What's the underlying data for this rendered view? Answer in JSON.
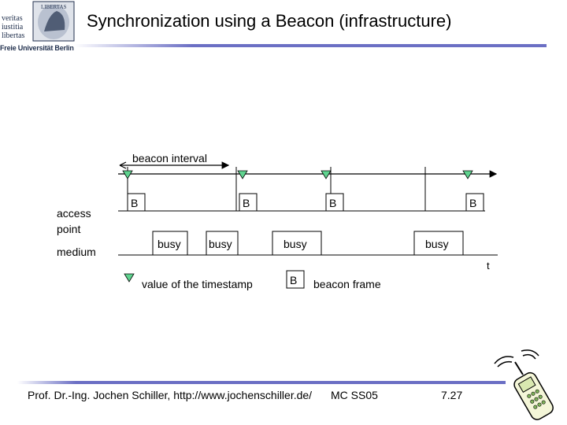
{
  "slide": {
    "title": "Synchronization using a Beacon (infrastructure)"
  },
  "logo": {
    "lines": [
      "veritas",
      "iustitia",
      "libertas"
    ],
    "caption": "Freie Universität Berlin"
  },
  "diagram": {
    "interval_label": "beacon interval",
    "row_labels": [
      "access point",
      "medium"
    ],
    "beacon_label": "B",
    "busy_label": "busy",
    "time_label": "t",
    "legend": {
      "timestamp": "value of the timestamp",
      "beacon_symbol": "B",
      "beacon": "beacon frame"
    }
  },
  "footer": {
    "author": "Prof. Dr.-Ing. Jochen Schiller, http://www.jochenschiller.de/",
    "course": "MC SS05",
    "page": "7.27"
  },
  "colors": {
    "accent_bar": "#6b6fc4",
    "bar_fade": "#ffffff",
    "marker_green": "#5fd38f",
    "box_fill": "#ffffff"
  }
}
